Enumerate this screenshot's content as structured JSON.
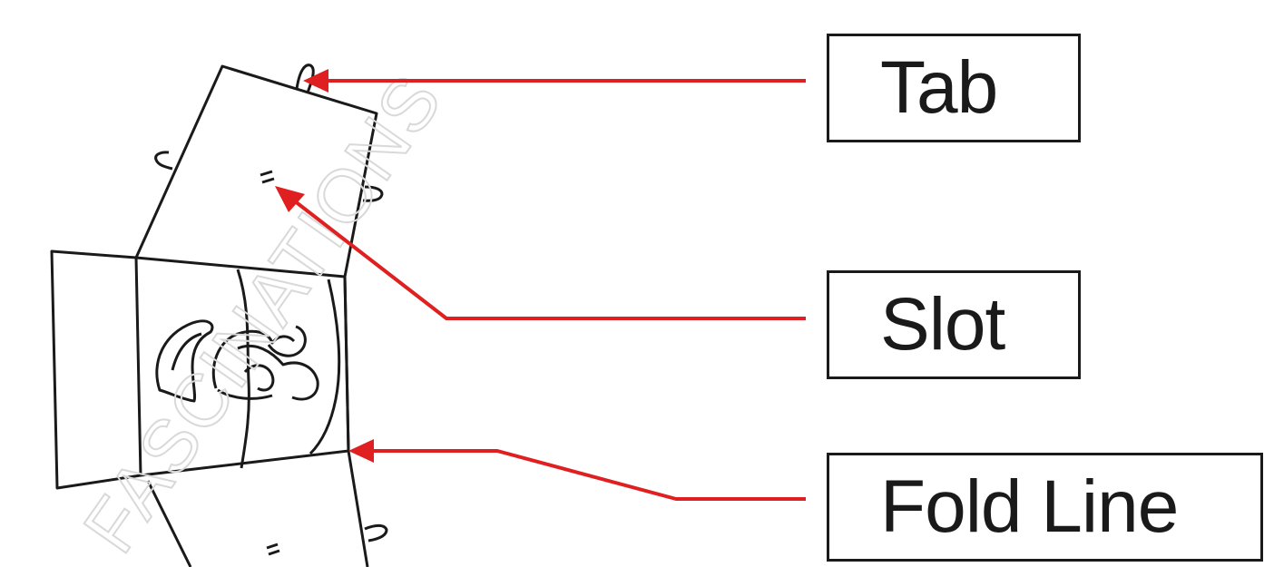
{
  "labels": {
    "tab": "Tab",
    "slot": "Slot",
    "fold_line": "Fold Line"
  },
  "watermark": "FASCINATIONS",
  "colors": {
    "arrow": "#e02020",
    "outline": "#1a1a1a",
    "watermark": "#d9d9d9",
    "background": "#ffffff"
  }
}
